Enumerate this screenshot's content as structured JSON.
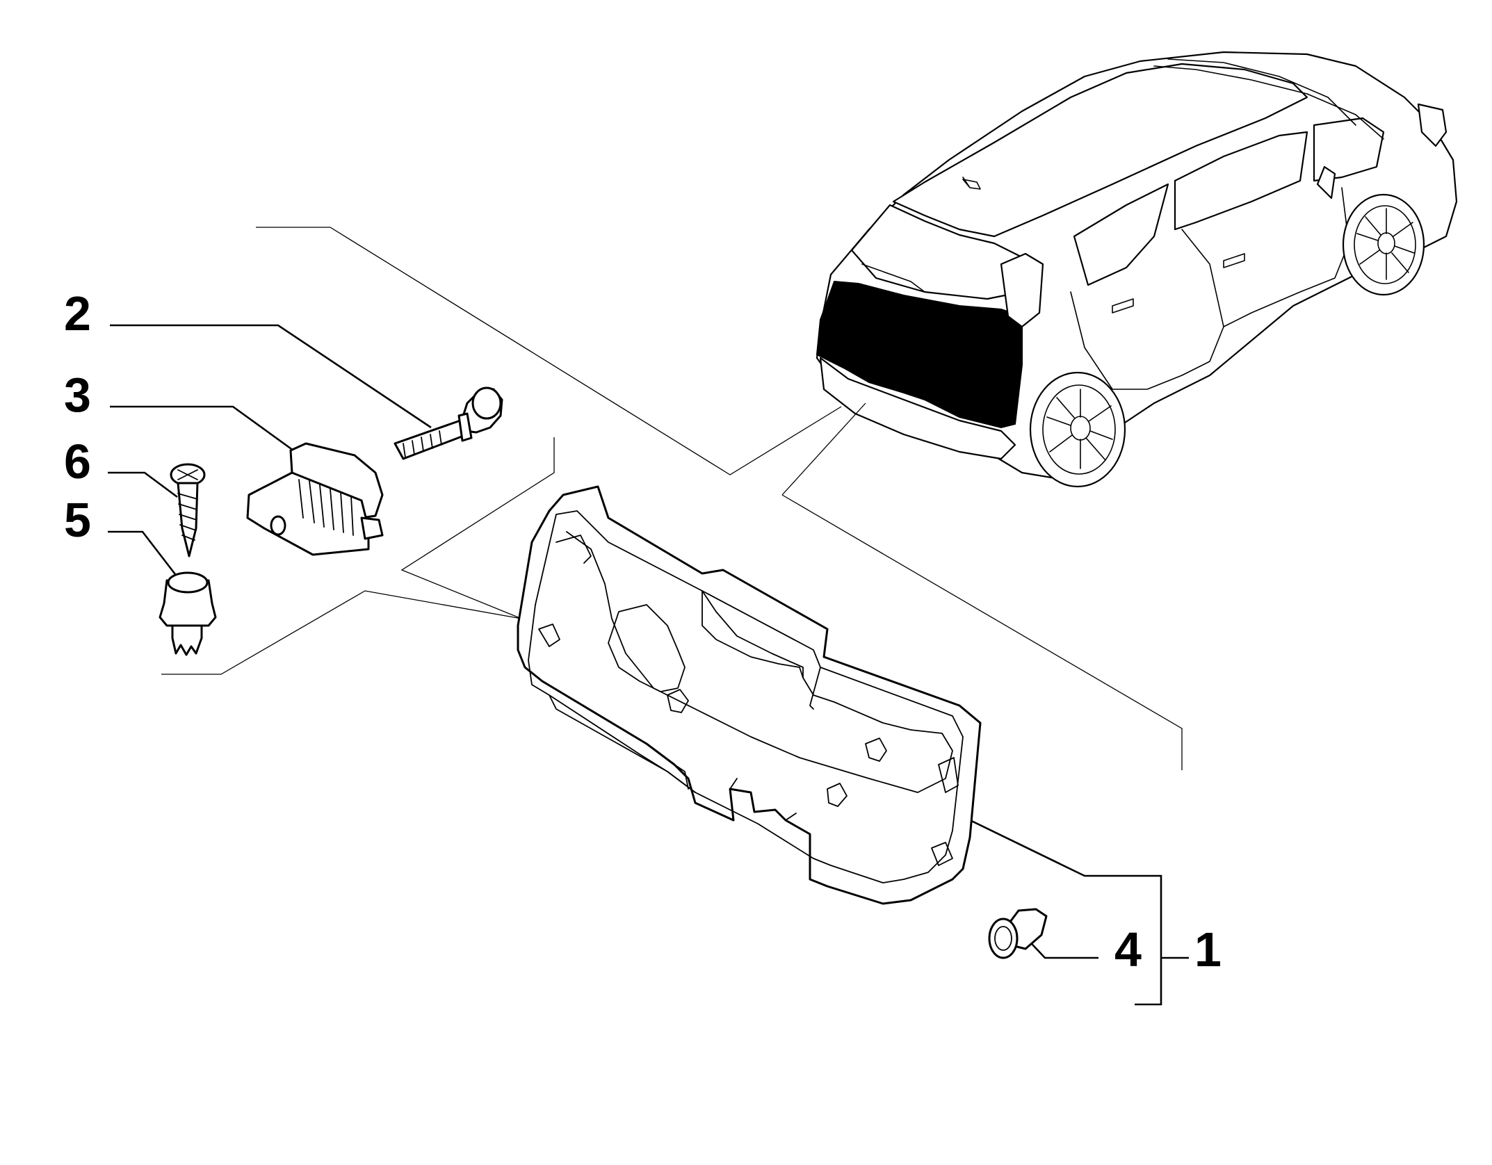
{
  "diagram": {
    "callouts": [
      {
        "id": "2",
        "label": "2"
      },
      {
        "id": "3",
        "label": "3"
      },
      {
        "id": "6",
        "label": "6"
      },
      {
        "id": "5",
        "label": "5"
      },
      {
        "id": "4",
        "label": "4"
      },
      {
        "id": "1",
        "label": "1"
      }
    ],
    "colors": {
      "ink": "#000000",
      "background": "#ffffff",
      "highlight_fill": "#000000"
    },
    "parts": [
      {
        "callout": "1",
        "icon": "tailgate-trim-panel-icon"
      },
      {
        "callout": "2",
        "icon": "bolt-icon"
      },
      {
        "callout": "3",
        "icon": "bumper-pad-icon"
      },
      {
        "callout": "4",
        "icon": "push-clip-icon"
      },
      {
        "callout": "5",
        "icon": "grommet-icon"
      },
      {
        "callout": "6",
        "icon": "screw-icon"
      }
    ]
  }
}
